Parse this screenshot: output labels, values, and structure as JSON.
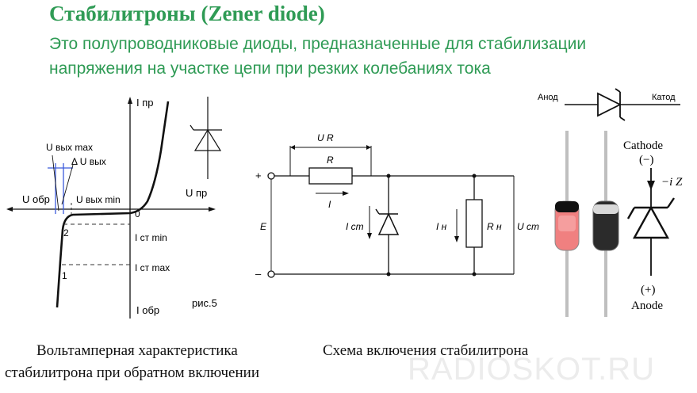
{
  "slide": {
    "title": "Стабилитроны (Zener diode)",
    "subtitle": "Это полупроводниковые диоды, предназначенные для стабилизации напряжения на участке цепи при резких колебаниях тока",
    "title_color": "#2f9b55"
  },
  "vac_figure": {
    "i_forward": "I пр",
    "u_forward": "U пр",
    "u_reverse": "U обр",
    "i_reverse": "I обр",
    "u_out_max": "U вых max",
    "delta_u_out": "Δ U вых",
    "u_out_min": "U вых min",
    "origin": "0",
    "i_st_min": "I ст min",
    "i_st_max": "I ст max",
    "point_1": "1",
    "point_2": "2",
    "figure_label": "рис.5",
    "caption_line1": "Вольтамперная характеристика",
    "caption_line2": "стабилитрона при обратном включении"
  },
  "circuit_figure": {
    "u_r": "U R",
    "r": "R",
    "i": "I",
    "plus": "+",
    "minus": "–",
    "e": "E",
    "i_st": "I ст",
    "i_n": "I н",
    "r_n": "R н",
    "u_st": "U ст",
    "caption": "Схема включения стабилитрона"
  },
  "symbol_figure": {
    "anode_ru": "Анод",
    "cathode_ru": "Катод",
    "cathode_en": "Cathode",
    "cathode_sign": "(−)",
    "current": "−i Z",
    "anode_sign": "(+)",
    "anode_en": "Anode"
  },
  "watermark": "RADIOSKOT.RU"
}
